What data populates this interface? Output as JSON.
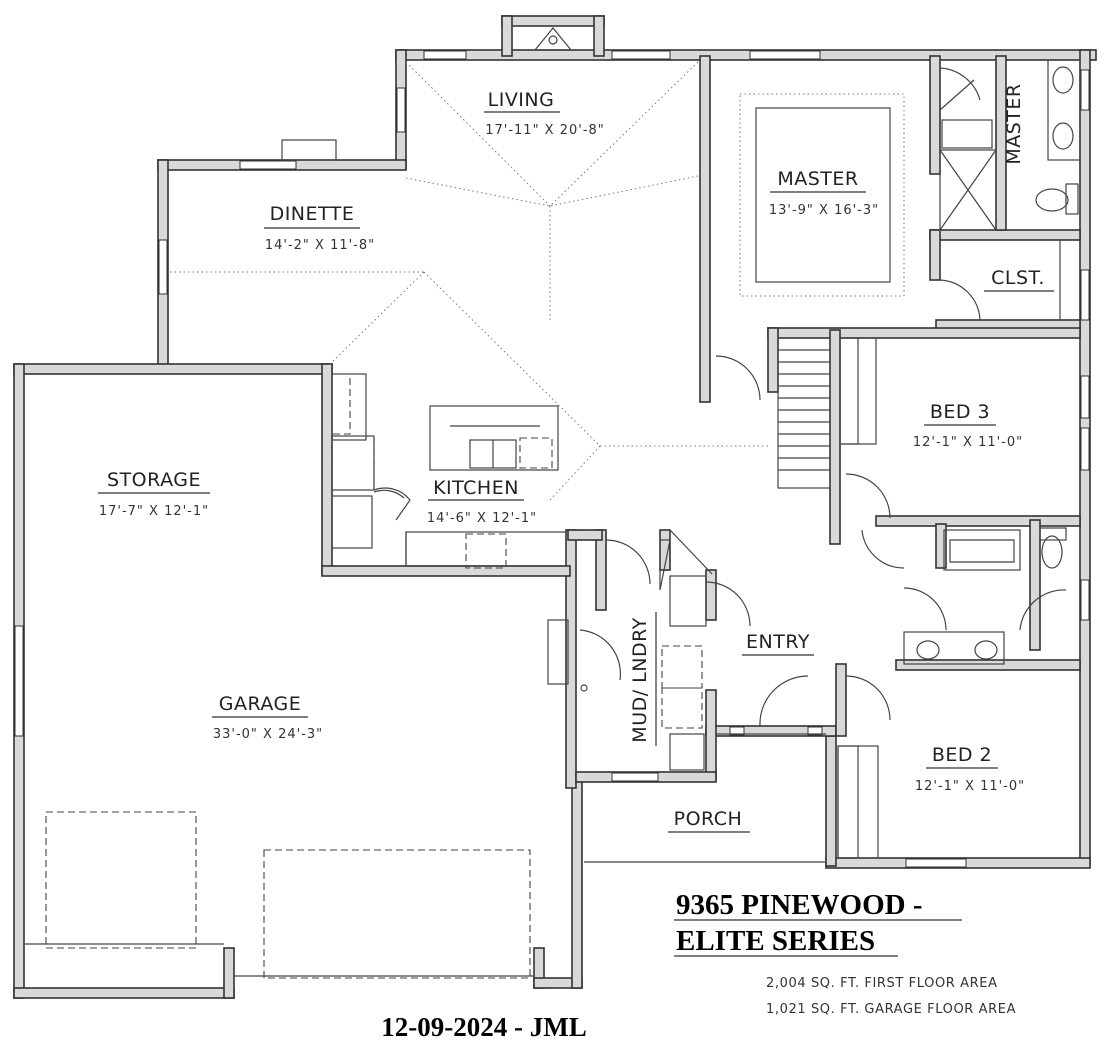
{
  "rooms": {
    "living": {
      "name": "LIVING",
      "dims": "17'-11\" X 20'-8\""
    },
    "master": {
      "name": "MASTER",
      "dims": "13'-9\" X 16'-3\""
    },
    "master_bath": {
      "name": "MASTER"
    },
    "dinette": {
      "name": "DINETTE",
      "dims": "14'-2\" X 11'-8\""
    },
    "closet": {
      "name": "CLST."
    },
    "storage": {
      "name": "STORAGE",
      "dims": "17'-7\" X 12'-1\""
    },
    "kitchen": {
      "name": "KITCHEN",
      "dims": "14'-6\" X 12'-1\""
    },
    "bed3": {
      "name": "BED 3",
      "dims": "12'-1\" X 11'-0\""
    },
    "mud_laundry": {
      "name": "MUD/ LNDRY"
    },
    "entry": {
      "name": "ENTRY"
    },
    "garage": {
      "name": "GARAGE",
      "dims": "33'-0\" X 24'-3\""
    },
    "bed2": {
      "name": "BED 2",
      "dims": "12'-1\" X 11'-0\""
    },
    "porch": {
      "name": "PORCH"
    }
  },
  "title_block": {
    "line1": "9365 PINEWOOD -",
    "line2": "ELITE SERIES",
    "first_floor_area": "2,004 SQ. FT. FIRST FLOOR AREA",
    "garage_floor_area": "1,021 SQ. FT. GARAGE FLOOR AREA"
  },
  "date_stamp": "12-09-2024 - JML"
}
